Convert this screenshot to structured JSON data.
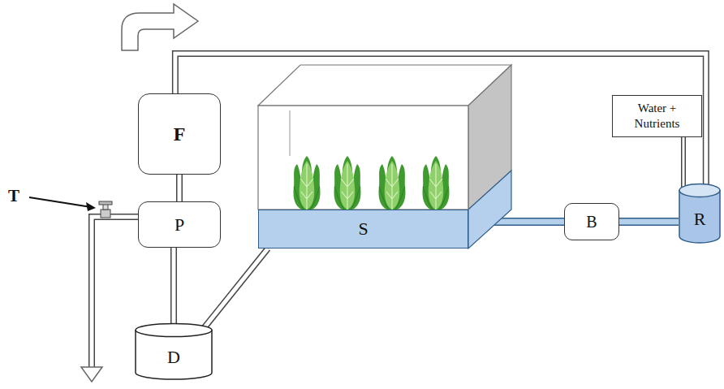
{
  "diagram": {
    "nodes": [
      {
        "text": [
          "F"
        ]
      },
      {
        "text": [
          "Water + Nutrients"
        ]
      },
      {
        "text": [
          "P"
        ]
      },
      {
        "text": [
          "S"
        ]
      },
      {
        "text": [
          "B"
        ]
      },
      {
        "text": [
          "R"
        ]
      },
      {
        "text": [
          "D"
        ]
      }
    ],
    "edges": [
      {
        "from": 2,
        "to": 0,
        "arrow": "none"
      },
      {
        "from": 6,
        "to": 2,
        "arrow": "none"
      },
      {
        "from": 3,
        "to": 6,
        "arrow": "none"
      },
      {
        "from": 3,
        "to": 4,
        "arrow": "none"
      },
      {
        "from": 4,
        "to": 5,
        "arrow": "none"
      },
      {
        "from": 0,
        "to": 5,
        "arrow": "none"
      },
      {
        "from": 1,
        "to": 5,
        "arrow": "none"
      }
    ],
    "labels": [
      "T"
    ]
  }
}
